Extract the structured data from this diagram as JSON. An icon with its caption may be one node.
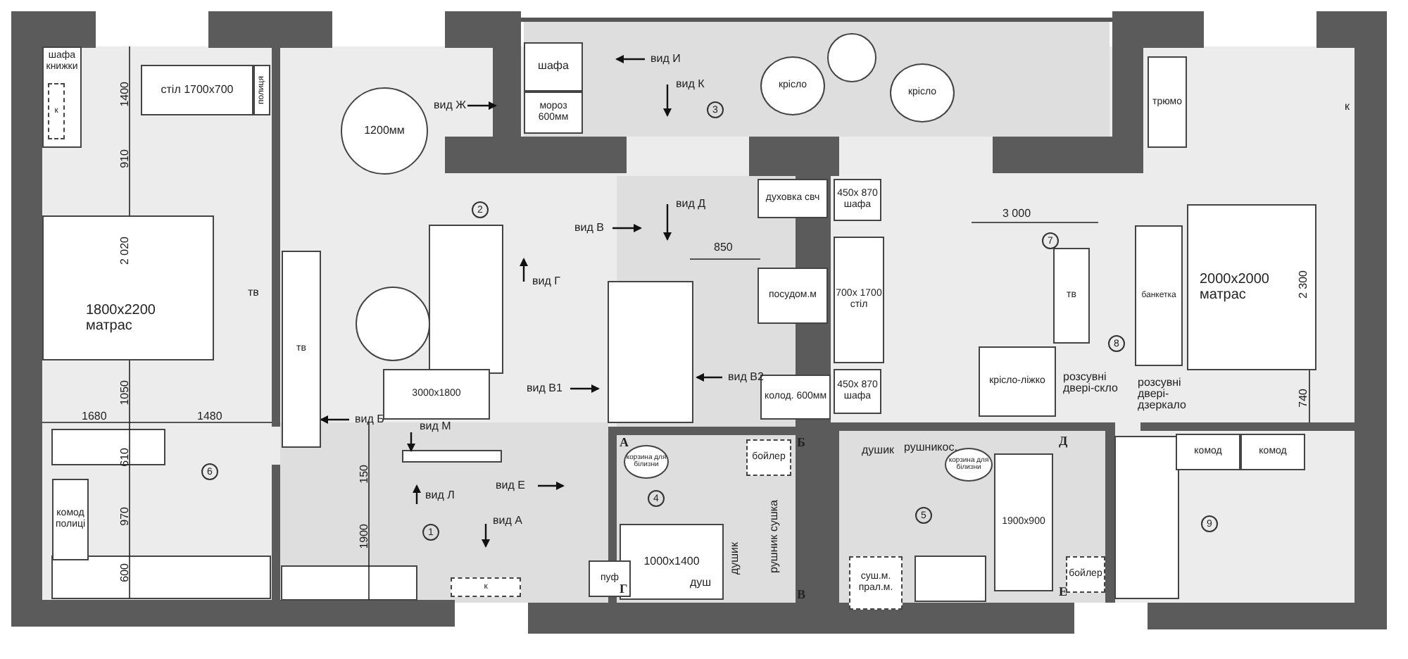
{
  "diagram": {
    "nodes": [
      {
        "text": [
          "шафа книжки"
        ]
      },
      {
        "text": [
          "к"
        ],
        "in": 0
      },
      {
        "text": [
          "стіл 1700x700"
        ]
      },
      {
        "text": [
          "полиця"
        ]
      },
      {
        "text": [
          "1200мм"
        ]
      },
      {
        "text": [
          "шафа"
        ]
      },
      {
        "text": [
          "мороз 600мм"
        ]
      },
      {
        "text": [
          "крісло"
        ]
      },
      {
        "text": [
          "крісло"
        ]
      },
      {
        "text": [
          "трюмо"
        ]
      },
      {
        "text": [
          "1800x2200 матрас"
        ]
      },
      {
        "text": [
          "тв"
        ]
      },
      {
        "text": [
          "духовка свч"
        ]
      },
      {
        "text": [
          "посудом.м"
        ]
      },
      {
        "text": [
          "колод. 600мм"
        ]
      },
      {
        "text": [
          "450x 870 шафа"
        ]
      },
      {
        "text": [
          "700x 1700 стіл"
        ]
      },
      {
        "text": [
          "450x 870 шафа"
        ]
      },
      {
        "text": [
          "крісло-ліжко"
        ]
      },
      {
        "text": [
          "тв"
        ]
      },
      {
        "text": [
          "банкетка"
        ]
      },
      {
        "text": [
          "2000x2000 матрас"
        ]
      },
      {
        "text": [
          "3000x1800"
        ]
      },
      {
        "text": [
          "бойлер"
        ]
      },
      {
        "text": [
          "1000x1400"
        ]
      },
      {
        "text": [
          "пуф"
        ]
      },
      {
        "text": [
          "суш.м. прал.м."
        ]
      },
      {
        "text": [
          "1900x900"
        ]
      },
      {
        "text": [
          "бойлер"
        ]
      },
      {
        "text": [
          "комод"
        ]
      },
      {
        "text": [
          "комод"
        ]
      },
      {
        "text": [
          "комод полиці"
        ]
      },
      {
        "text": [
          "корзина для білизни"
        ]
      },
      {
        "text": [
          "корзина для білизни"
        ]
      },
      {
        "text": [
          "к"
        ]
      }
    ],
    "labels": [
      "вид И",
      "вид К",
      "вид Ж",
      "вид Д",
      "вид В",
      "вид Г",
      "вид Б",
      "вид М",
      "вид Л",
      "вид Е",
      "вид А",
      "вид В1",
      "вид В2",
      "1400",
      "910",
      "2 020",
      "1050",
      "1680",
      "1480",
      "610",
      "970",
      "600",
      "150",
      "1900",
      "850",
      "3 000",
      "2 300",
      "740",
      "1",
      "2",
      "3",
      "4",
      "5",
      "6",
      "7",
      "8",
      "9",
      "А",
      "Б",
      "В",
      "Г",
      "Д",
      "Е",
      "тв",
      "душ",
      "душик",
      "рушник сушка",
      "душик",
      "рушникос.",
      "розсувні двері-скло",
      "розсувні двері-дзеркало",
      "к"
    ]
  }
}
